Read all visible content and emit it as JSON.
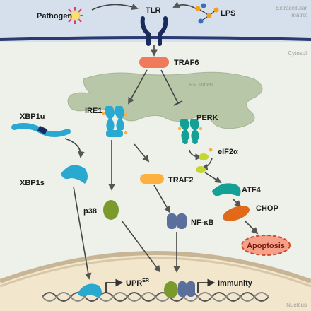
{
  "regions": {
    "extracellular_line1": "Extracellular",
    "extracellular_line2": "matrix",
    "cytosol": "Cytosol",
    "nucleus": "Nucleus",
    "er_lumen": "ER lumen"
  },
  "labels": {
    "pathogen": "Pathogen",
    "tlr": "TLR",
    "lps": "LPS",
    "traf6": "TRAF6",
    "ire1": "IRE1",
    "perk": "PERK",
    "xbp1u": "XBP1u",
    "xbp1s": "XBP1s",
    "p38": "p38",
    "traf2": "TRAF2",
    "nfkb": "NF-κB",
    "eif2a": "eIF2α",
    "atf4": "ATF4",
    "chop": "CHOP",
    "apoptosis": "Apoptosis",
    "upr_main": "UPR",
    "upr_sup": "ER",
    "immunity": "Immunity"
  },
  "colors": {
    "ire1_perk": "#29a9cf",
    "traf6": "#f07a5a",
    "traf2": "#fbb040",
    "p38_green": "#7a9a2c",
    "nfkb_blue": "#5a6f9c",
    "atf4_teal": "#13a095",
    "chop_orange": "#e06a1a",
    "apoptosis_fill": "#f4a08a",
    "er_fill": "#b8c7a8",
    "eif2a_green": "#c3d632"
  }
}
